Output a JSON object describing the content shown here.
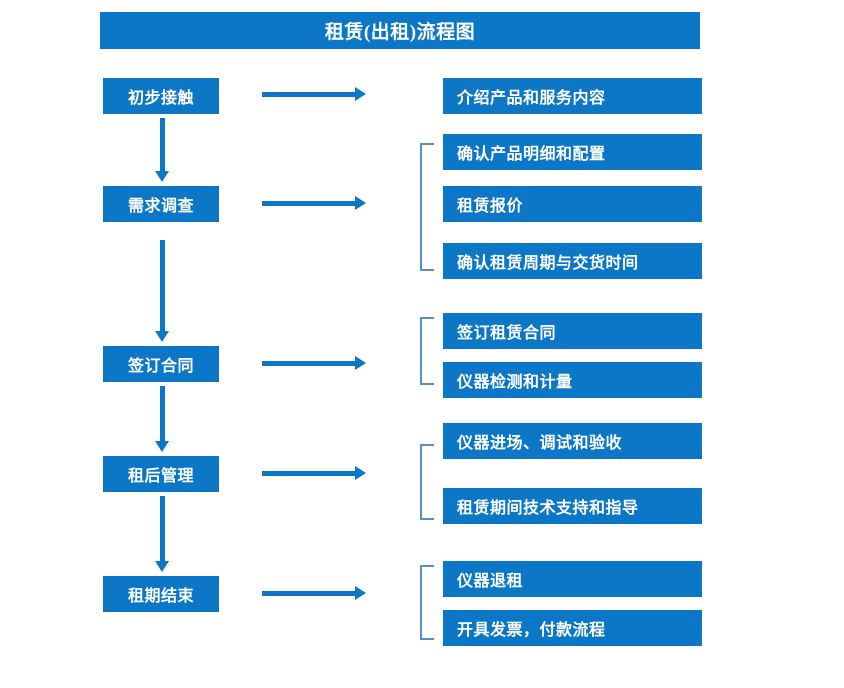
{
  "diagram": {
    "title": "租赁(出租)流程图",
    "accent_color": "#0b77c6",
    "bracket_color": "#5b8fc4",
    "text_color": "#ffffff",
    "background_color": "#ffffff"
  },
  "stages": [
    {
      "label": "初步接触"
    },
    {
      "label": "需求调查"
    },
    {
      "label": "签订合同"
    },
    {
      "label": "租后管理"
    },
    {
      "label": "租期结束"
    }
  ],
  "details": [
    {
      "label": "介绍产品和服务内容"
    },
    {
      "label": "确认产品明细和配置"
    },
    {
      "label": "租赁报价"
    },
    {
      "label": "确认租赁周期与交货时间"
    },
    {
      "label": "签订租赁合同"
    },
    {
      "label": "仪器检测和计量"
    },
    {
      "label": "仪器进场、调试和验收"
    },
    {
      "label": "租赁期间技术支持和指导"
    },
    {
      "label": "仪器退租"
    },
    {
      "label": "开具发票，付款流程"
    }
  ],
  "connectors": {
    "horizontal_arrows": 5,
    "vertical_arrows": 4,
    "brackets": 4
  }
}
